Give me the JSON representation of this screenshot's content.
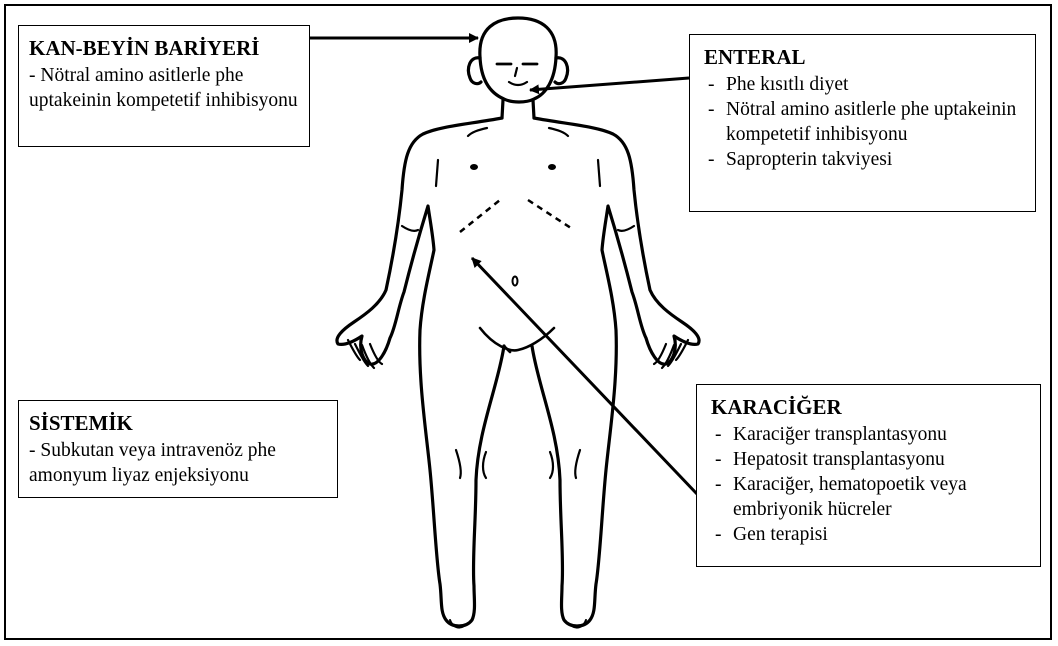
{
  "boxes": {
    "kan_beyin": {
      "title": "KAN-BEYİN BARİYERİ",
      "text": "- Nötral amino asitlerle phe uptakeinin kompetetif inhibisyonu"
    },
    "enteral": {
      "title": "ENTERAL",
      "items": [
        "Phe kısıtlı diyet",
        "Nötral amino asitlerle phe uptakeinin kompetetif inhibisyonu",
        "Sapropterin takviyesi"
      ]
    },
    "sistemik": {
      "title": "SİSTEMİK",
      "text": "- Subkutan veya intravenöz phe amonyum liyaz enjeksiyonu"
    },
    "karaciger": {
      "title": "KARACİĞER",
      "items": [
        "Karaciğer transplantasyonu",
        "Hepatosit transplantasyonu",
        "Karaciğer, hematopoetik veya embriyonik hücreler",
        "Gen terapisi"
      ]
    }
  },
  "colors": {
    "ink": "#000000",
    "background": "#ffffff",
    "watermark": "#eeeeee"
  }
}
